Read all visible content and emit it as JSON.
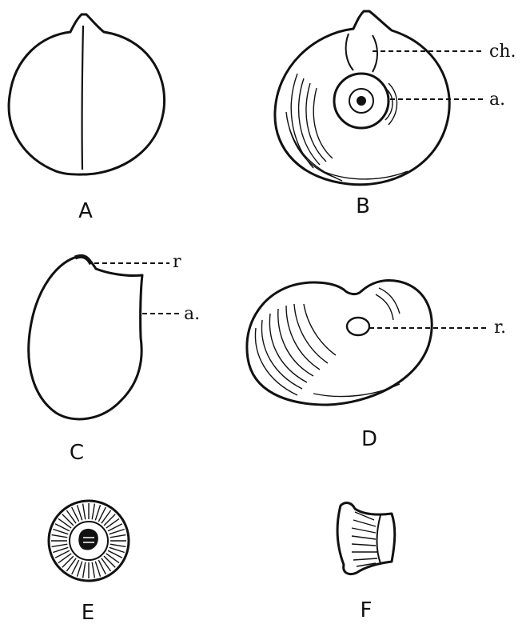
{
  "figures": {
    "A": {
      "label": "A"
    },
    "B": {
      "label": "B",
      "callouts": [
        "ch.",
        "a."
      ]
    },
    "C": {
      "label": "C",
      "callouts": [
        "r",
        "a."
      ]
    },
    "D": {
      "label": "D",
      "callouts": [
        "r."
      ]
    },
    "E": {
      "label": "E"
    },
    "F": {
      "label": "F"
    }
  },
  "colors": {
    "ink": "#111111",
    "paper": "#ffffff"
  }
}
